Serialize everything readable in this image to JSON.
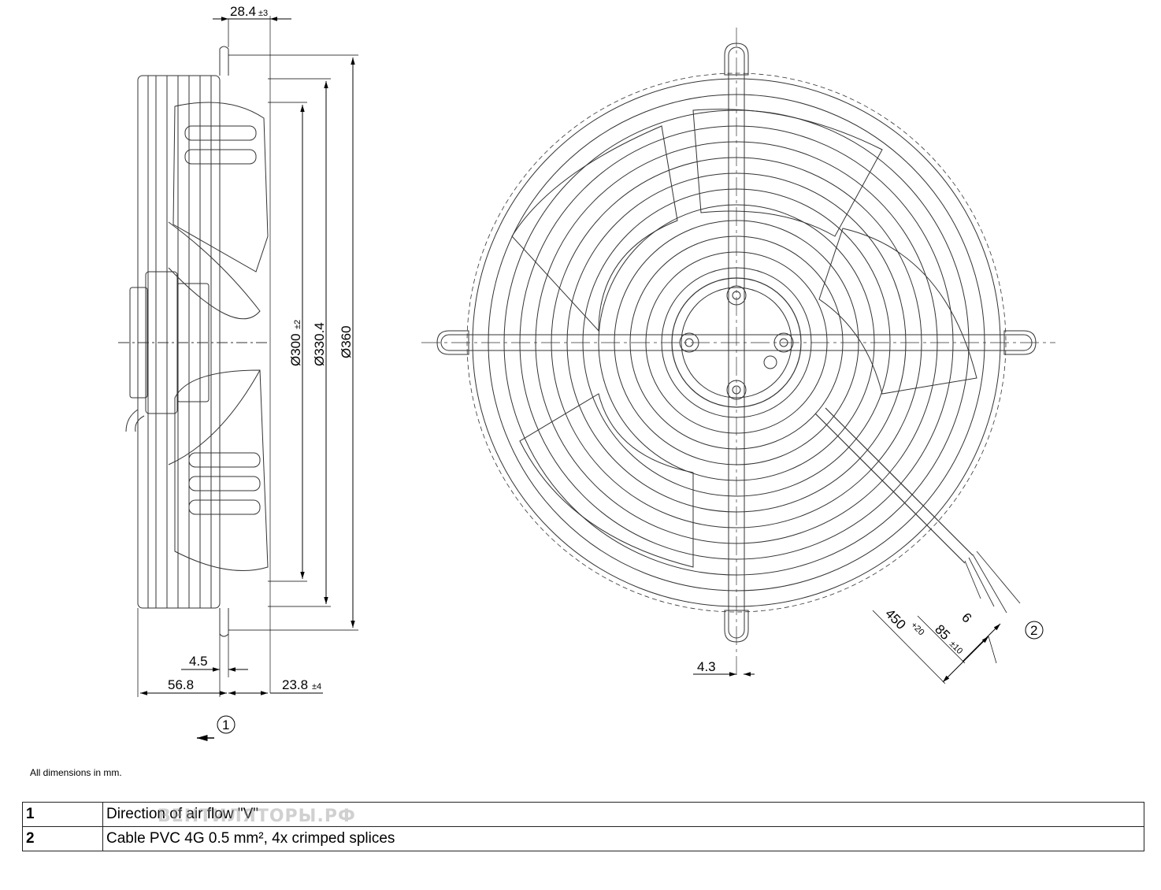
{
  "dimensions": {
    "top_offset": "28.4",
    "top_offset_tol": "±3",
    "d300": "Ø300",
    "d300_tol": "±2",
    "d330": "Ø330.4",
    "d360": "Ø360",
    "w4_5": "4.5",
    "w56_8": "56.8",
    "w23_8": "23.8",
    "w23_8_tol": "±4",
    "w4_3": "4.3",
    "cable_len": "450",
    "cable_len_tol": "+20",
    "strip_len": "85",
    "strip_len_tol": "±10",
    "strip_end": "6"
  },
  "callouts": {
    "c1": "1",
    "c2": "2"
  },
  "note": "All dimensions in mm.",
  "legend": [
    {
      "num": "1",
      "text": "Direction of air flow \"V\""
    },
    {
      "num": "2",
      "text": "Cable PVC 4G 0.5 mm², 4x crimped splices"
    }
  ],
  "watermark": "ВЕНТИЛЯТОРЫ.РФ"
}
